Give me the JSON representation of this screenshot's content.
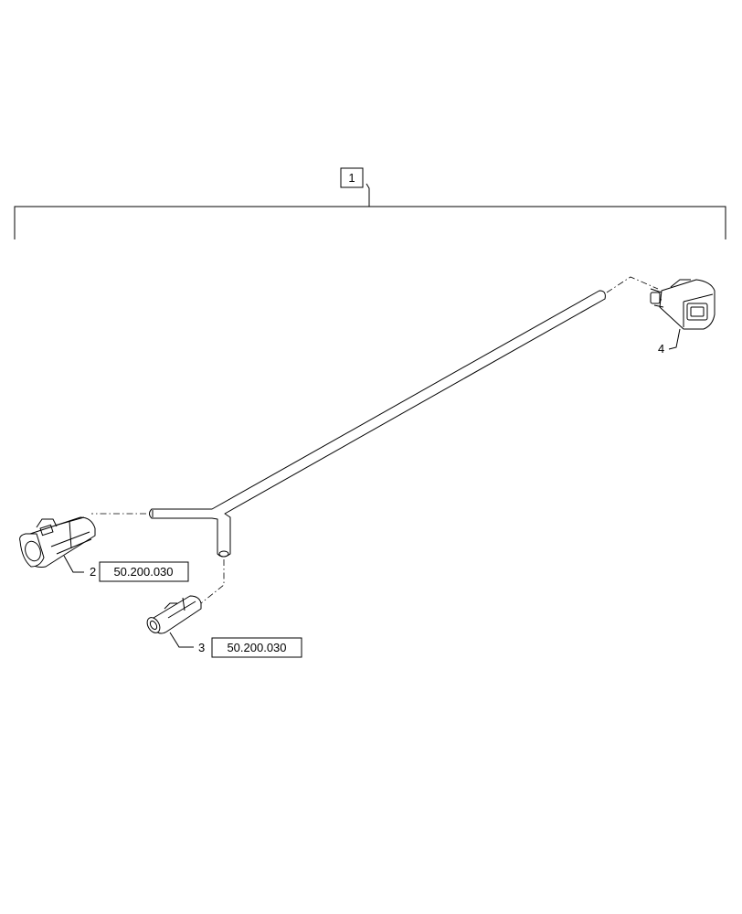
{
  "callouts": {
    "item_1": "1",
    "item_2": "2",
    "item_3": "3",
    "item_4": "4"
  },
  "references": {
    "ref_2": "50.200.030",
    "ref_3": "50.200.030"
  },
  "icons": {
    "harness": "wire-harness-icon",
    "connector_2": "two-pin-connector-icon",
    "connector_3": "single-pin-connector-icon",
    "connector_4": "multi-pin-connector-icon"
  }
}
